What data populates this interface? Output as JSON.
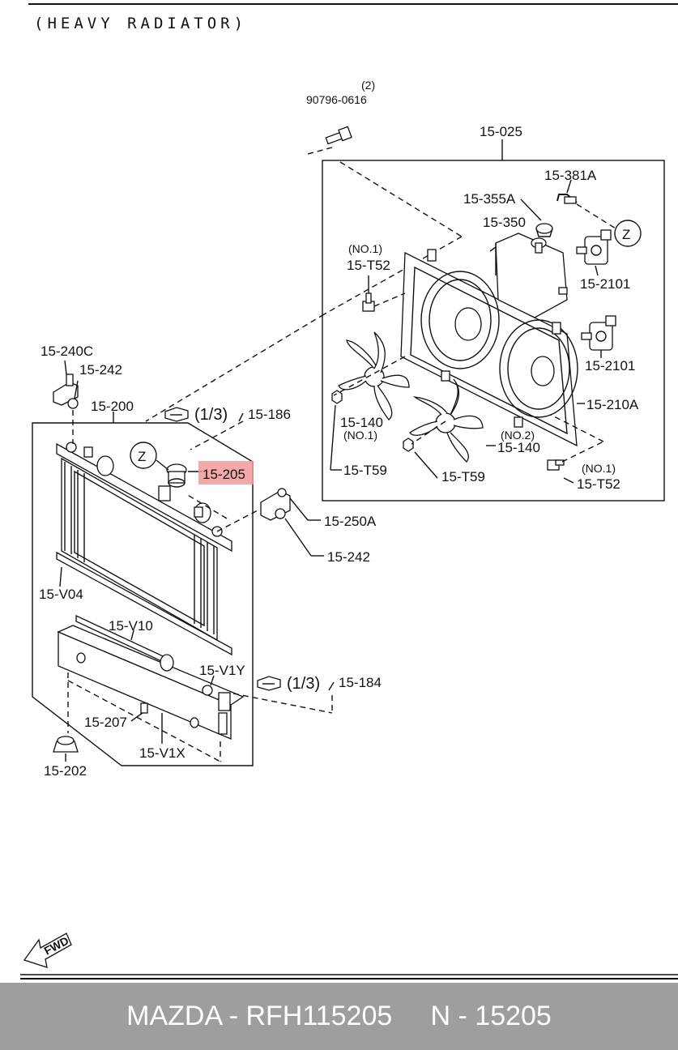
{
  "heading": "(HEAVY RADIATOR)",
  "callouts": {
    "c90796_qty": "(2)",
    "c90796": "90796-0616",
    "c15_025": "15-025",
    "c15_381A": "15-381A",
    "c15_355A": "15-355A",
    "c15_350": "15-350",
    "z_top": "Z",
    "c15_2101_a": "15-2101",
    "c15_2101_b": "15-2101",
    "no1_a": "(NO.1)",
    "c15_T52_a": "15-T52",
    "c15_210A": "15-210A",
    "c15_140_a": "15-140",
    "no1_b": "(NO.1)",
    "no2": "(NO.2)",
    "c15_140_b": "15-140",
    "c15_T59_a": "15-T59",
    "c15_T59_b": "15-T59",
    "no1_c": "(NO.1)",
    "c15_T52_b": "15-T52",
    "c15_240C": "15-240C",
    "c15_242_a": "15-242",
    "c15_200": "15-200",
    "ref_a": "(1/3)",
    "c15_186": "15-186",
    "z_left": "Z",
    "c15_205": "15-205",
    "c15_250A": "15-250A",
    "c15_242_b": "15-242",
    "c15_V04": "15-V04",
    "c15_V10": "15-V10",
    "c15_V1Y": "15-V1Y",
    "ref_b": "(1/3)",
    "c15_184": "15-184",
    "c15_207": "15-207",
    "c15_V1X": "15-V1X",
    "c15_202": "15-202",
    "fwd": "FWD"
  },
  "highlight_color": "#f29a9a",
  "footer": {
    "text": "MAZDA - RFH115205     N - 15205",
    "background": "#9e9e9e"
  }
}
